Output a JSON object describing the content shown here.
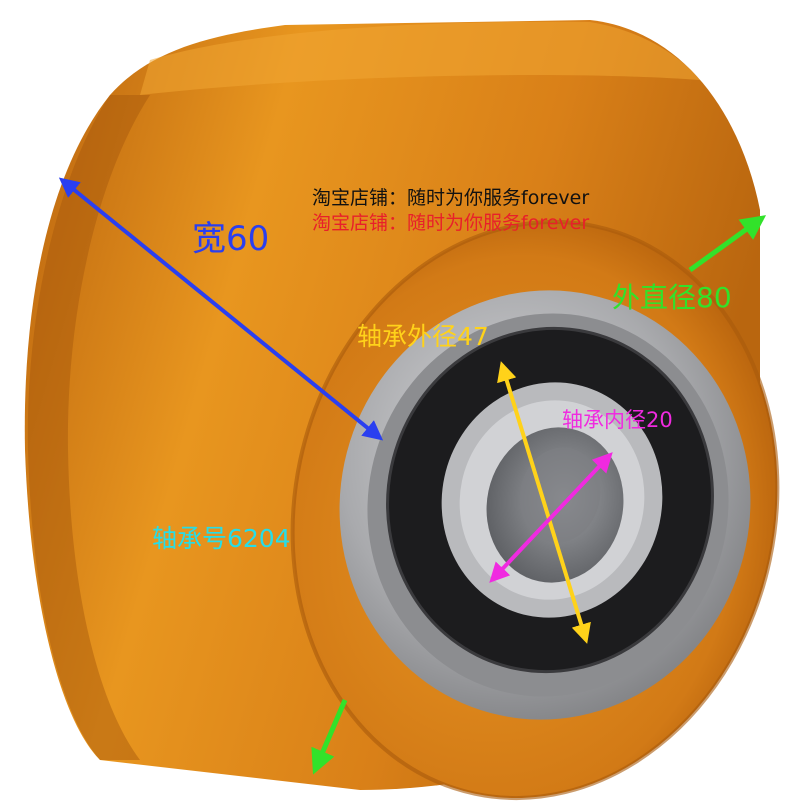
{
  "shop_notice": {
    "line1": "淘宝店铺：随时为你服务forever",
    "line2": "淘宝店铺：随时为你服务forever"
  },
  "labels": {
    "width": "宽60",
    "outer_diameter": "外直径80",
    "bearing_outer_diameter": "轴承外径47",
    "bearing_inner_diameter": "轴承内径20",
    "bearing_number": "轴承号6204"
  },
  "colors": {
    "wheel_orange": "#d9841c",
    "width_arrow": "#2a3ff0",
    "outer_diameter_arrow": "#32e22a",
    "bearing_outer_arrow": "#ffd21a",
    "bearing_inner_arrow": "#f02ae0",
    "bearing_number_text": "#26dde8",
    "shop_line2_text": "#e8202a"
  }
}
